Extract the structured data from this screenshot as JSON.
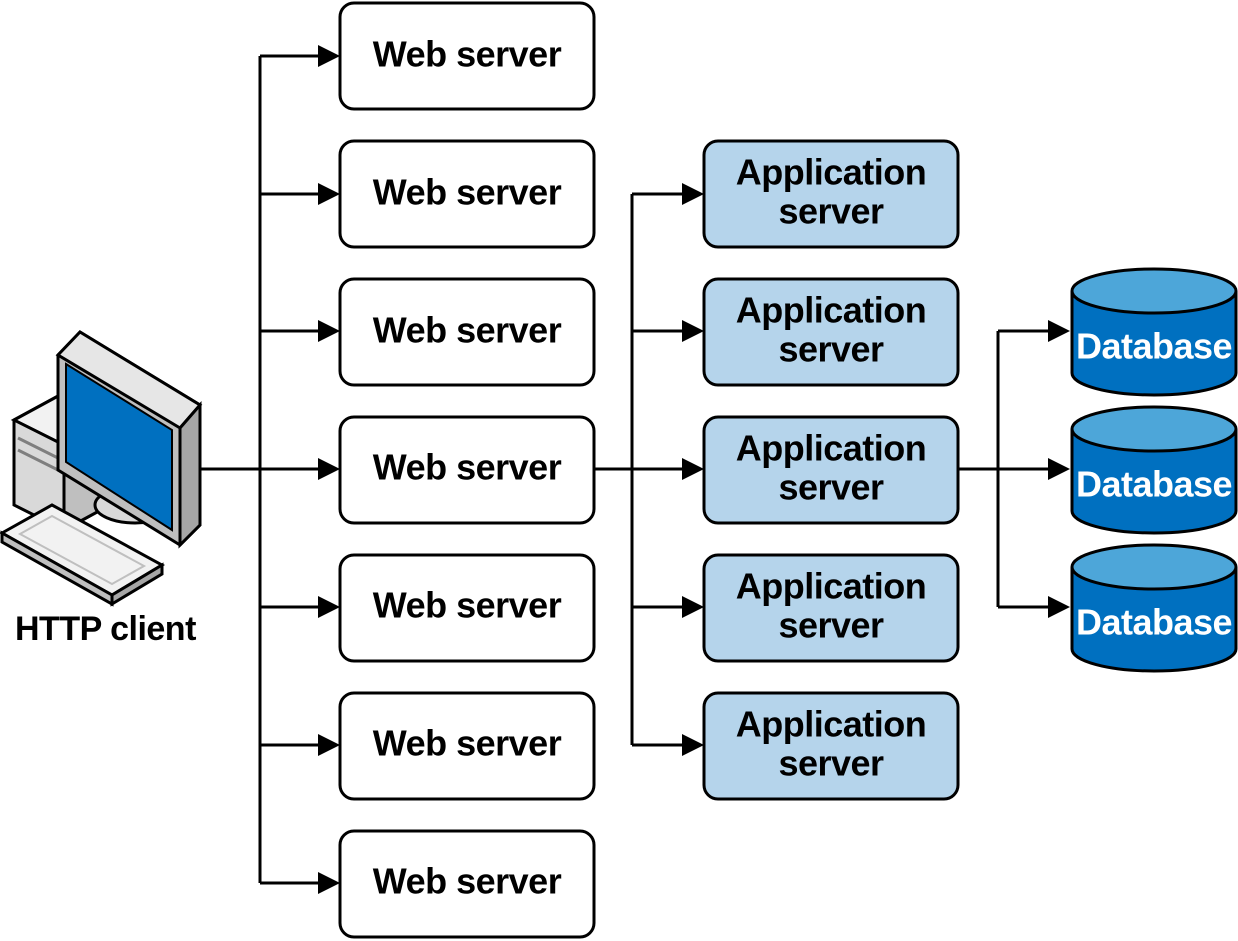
{
  "client": {
    "label": "HTTP client",
    "icon": "desktop-computer-icon"
  },
  "web_servers": [
    {
      "label": "Web server"
    },
    {
      "label": "Web server"
    },
    {
      "label": "Web server"
    },
    {
      "label": "Web server"
    },
    {
      "label": "Web server"
    },
    {
      "label": "Web server"
    },
    {
      "label": "Web server"
    }
  ],
  "app_servers": [
    {
      "label_line1": "Application",
      "label_line2": "server"
    },
    {
      "label_line1": "Application",
      "label_line2": "server"
    },
    {
      "label_line1": "Application",
      "label_line2": "server"
    },
    {
      "label_line1": "Application",
      "label_line2": "server"
    },
    {
      "label_line1": "Application",
      "label_line2": "server"
    }
  ],
  "databases": [
    {
      "label": "Database",
      "icon": "database-cylinder-icon"
    },
    {
      "label": "Database",
      "icon": "database-cylinder-icon"
    },
    {
      "label": "Database",
      "icon": "database-cylinder-icon"
    }
  ],
  "colors": {
    "app_fill": "#b5d4eb",
    "db_fill": "#0070c0",
    "db_top": "#4da6d9",
    "screen": "#0070c0"
  }
}
